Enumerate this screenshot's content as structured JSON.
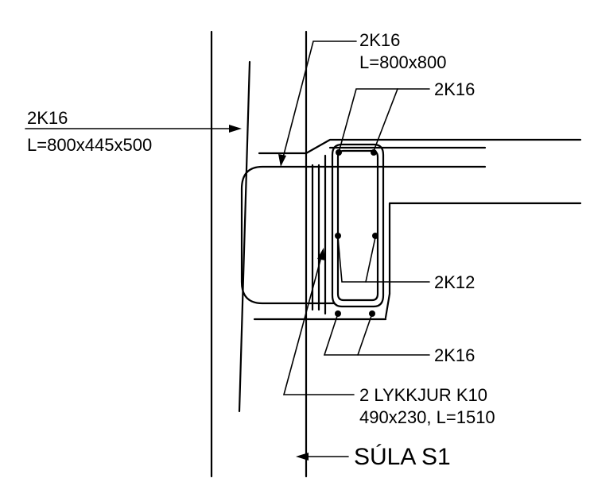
{
  "labels": {
    "left_bar_mark": "2K16",
    "left_bar_length": "L=800x445x500",
    "top_bar_mark": "2K16",
    "top_bar_length": "L=800x800",
    "upper_right_mark": "2K16",
    "middle_right_mark": "2K12",
    "lower_right_mark": "2K16",
    "stirrup_mark": "2 LYKKJUR K10",
    "stirrup_dims": "490x230, L=1510",
    "column_title": "SÚLA S1"
  }
}
